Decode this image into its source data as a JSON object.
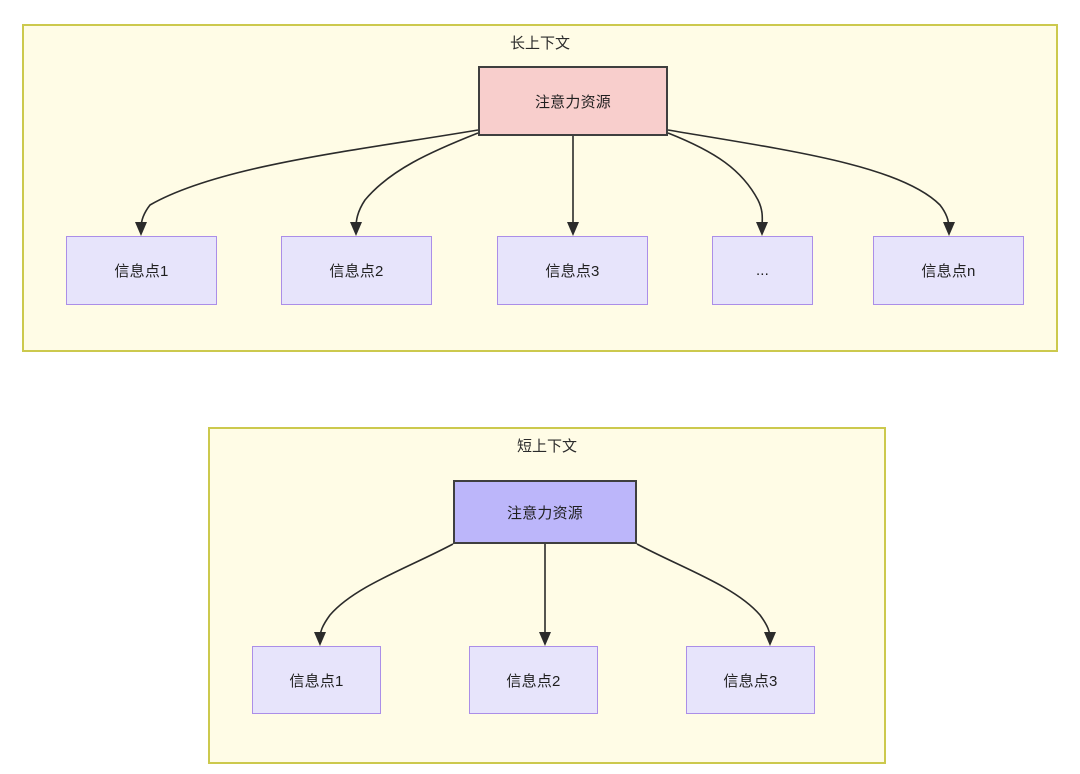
{
  "diagram": {
    "type": "attention-allocation-comparison",
    "panels": [
      {
        "id": "long-context",
        "title": "长上下文",
        "root": {
          "label": "注意力资源",
          "fill": "#f8cecc",
          "stroke": "#3f3f3f"
        },
        "leaves": [
          {
            "label": "信息点1"
          },
          {
            "label": "信息点2"
          },
          {
            "label": "信息点3"
          },
          {
            "label": "..."
          },
          {
            "label": "信息点n"
          }
        ],
        "leaf_fill": "#e7e4fb",
        "leaf_stroke": "#ab8ee8",
        "panel_fill": "#fffce6",
        "panel_stroke": "#ccc94d"
      },
      {
        "id": "short-context",
        "title": "短上下文",
        "root": {
          "label": "注意力资源",
          "fill": "#bcb6fa",
          "stroke": "#3f3f3f"
        },
        "leaves": [
          {
            "label": "信息点1"
          },
          {
            "label": "信息点2"
          },
          {
            "label": "信息点3"
          }
        ],
        "leaf_fill": "#e7e4fb",
        "leaf_stroke": "#ab8ee8",
        "panel_fill": "#fffce6",
        "panel_stroke": "#ccc94d"
      }
    ],
    "edge_color": "#2b2b2b"
  }
}
